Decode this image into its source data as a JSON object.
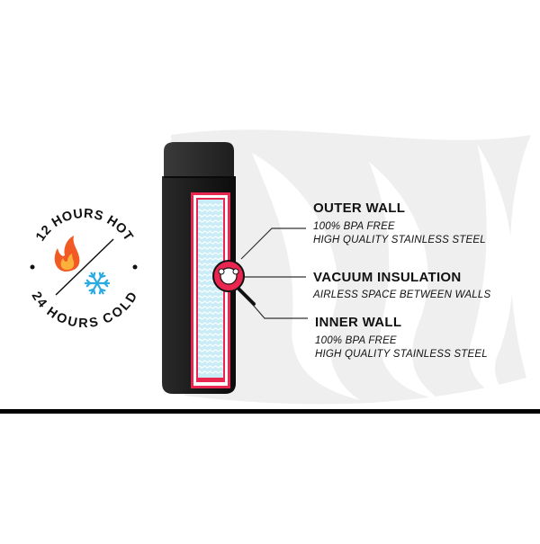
{
  "badge": {
    "hot_text": "12 HOURS HOT",
    "cold_text": "24 HOURS COLD",
    "hot_icon": "flame-icon",
    "cold_icon": "snowflake-icon",
    "hot_color": "#f15a24",
    "cold_color": "#29abe2"
  },
  "callouts": {
    "outer_wall": {
      "title": "OUTER WALL",
      "line1": "100% BPA FREE",
      "line2": "HIGH QUALITY STAINLESS STEEL"
    },
    "vacuum": {
      "title": "VACUUM INSULATION",
      "line1": "AIRLESS SPACE BETWEEN  WALLS"
    },
    "inner_wall": {
      "title": "INNER WALL",
      "line1": "100% BPA FREE",
      "line2": "HIGH QUALITY STAINLESS STEEL"
    }
  },
  "colors": {
    "bottle": "#1a1a1a",
    "wall_red": "#e8264f",
    "liquid": "#c9ecf7",
    "accent": "#000000"
  }
}
